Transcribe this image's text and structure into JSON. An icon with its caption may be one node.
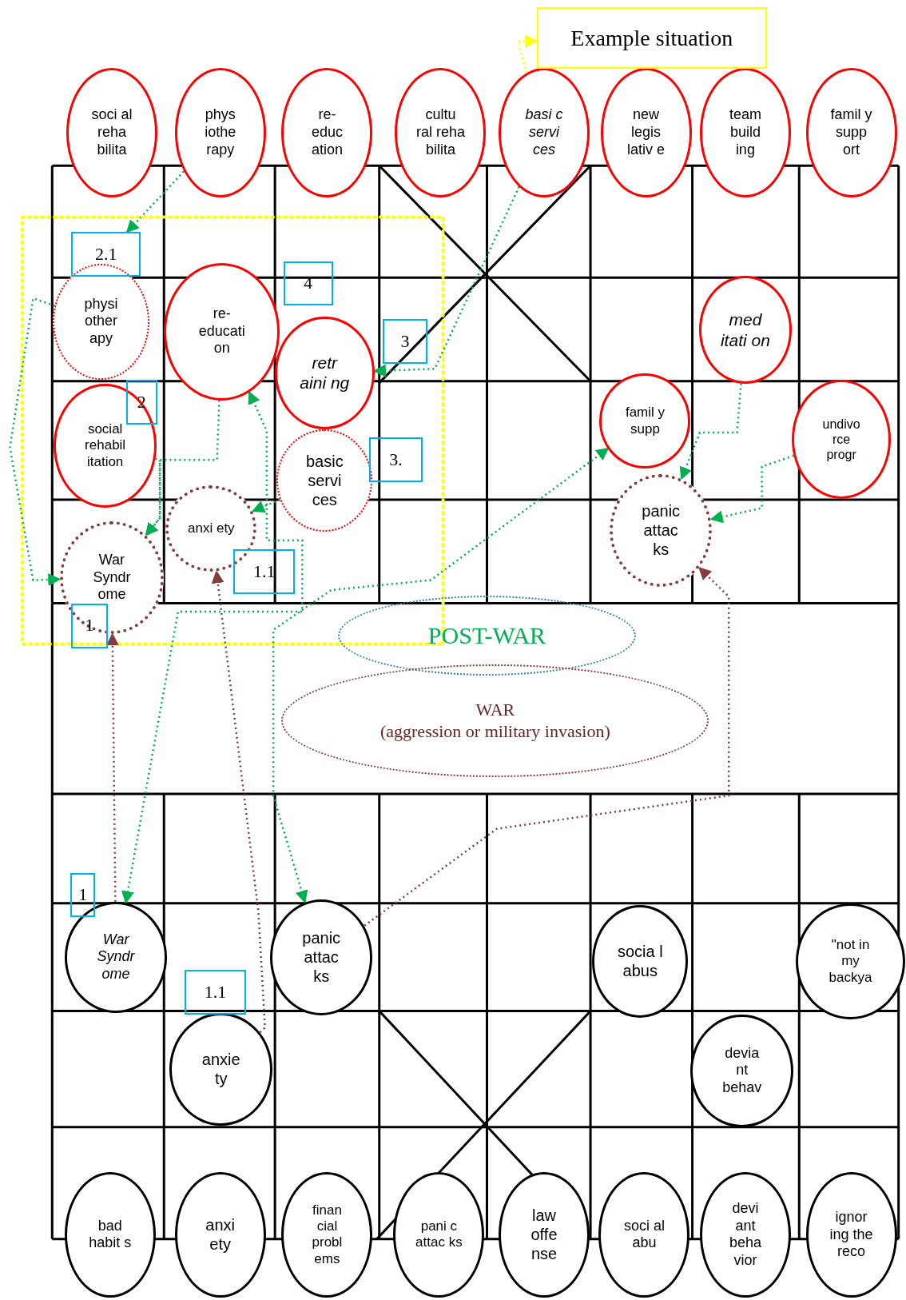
{
  "diagram": {
    "nodes": [
      {
        "text": [
          "soci al reha bilita"
        ]
      },
      {
        "text": [
          "phys iothe rapy"
        ]
      },
      {
        "text": [
          "re- educ ation"
        ]
      },
      {
        "text": [
          "cultu ral reha bilita"
        ]
      },
      {
        "text": [
          "basi c servi ces"
        ]
      },
      {
        "text": [
          "new legis lativ e"
        ]
      },
      {
        "text": [
          "team build ing"
        ]
      },
      {
        "text": [
          "famil y supp ort"
        ]
      },
      {
        "text": [
          "Example situation"
        ]
      },
      {
        "text": [
          "physi other apy"
        ]
      },
      {
        "text": [
          "re- educati on"
        ]
      },
      {
        "text": [
          "retr aini ng"
        ]
      },
      {
        "text": [
          "social rehabil itation"
        ]
      },
      {
        "text": [
          "basic servi ces"
        ]
      },
      {
        "text": [
          "anxi ety"
        ]
      },
      {
        "text": [
          "War Syndr ome"
        ]
      },
      {
        "text": [
          "famil y supp"
        ]
      },
      {
        "text": [
          "med itati on"
        ]
      },
      {
        "text": [
          "undivo rce progr"
        ]
      },
      {
        "text": [
          "panic attac ks"
        ]
      },
      {
        "text": [
          "POST-WAR"
        ]
      },
      {
        "text": [
          "WAR",
          "(aggression or military invasion)"
        ]
      },
      {
        "text": [
          "War Syndr ome"
        ]
      },
      {
        "text": [
          "panic attac ks"
        ]
      },
      {
        "text": [
          "socia l abus"
        ]
      },
      {
        "text": [
          "\"not in my backya"
        ]
      },
      {
        "text": [
          "anxie ty"
        ]
      },
      {
        "text": [
          "devia nt behav"
        ]
      },
      {
        "text": [
          "bad habit s"
        ]
      },
      {
        "text": [
          "anxi ety"
        ]
      },
      {
        "text": [
          "finan cial probl ems"
        ]
      },
      {
        "text": [
          "pani c attac ks"
        ]
      },
      {
        "text": [
          "law offe nse"
        ]
      },
      {
        "text": [
          "soci al abu"
        ]
      },
      {
        "text": [
          "devi ant beha vior"
        ]
      },
      {
        "text": [
          "ignor ing the reco"
        ]
      },
      {
        "text": [
          "2.1"
        ]
      },
      {
        "text": [
          "4"
        ]
      },
      {
        "text": [
          "3"
        ]
      },
      {
        "text": [
          "2"
        ]
      },
      {
        "text": [
          "3."
        ]
      },
      {
        "text": [
          "1.1"
        ]
      },
      {
        "text": [
          "1"
        ]
      },
      {
        "text": [
          "1"
        ]
      },
      {
        "text": [
          "1.1"
        ]
      }
    ],
    "edges": [
      {
        "from": 4,
        "to": 8,
        "arrow": "to",
        "color": "#ffff00"
      },
      {
        "from": 1,
        "to": 36,
        "arrow": "to"
      },
      {
        "from": 4,
        "to": 11,
        "arrow": "to"
      },
      {
        "from": 10,
        "to": 15,
        "arrow": "to"
      },
      {
        "from": 12,
        "to": 15,
        "arrow": "to"
      },
      {
        "from": 13,
        "to": 14,
        "arrow": "to"
      },
      {
        "from": 10,
        "to": 22,
        "arrow": "both"
      },
      {
        "from": 16,
        "to": 23,
        "arrow": "both"
      },
      {
        "from": 17,
        "to": 19,
        "arrow": "to"
      },
      {
        "from": 18,
        "to": 19,
        "arrow": "to"
      },
      {
        "from": 22,
        "to": 15,
        "arrow": "to",
        "color": "#843c3c"
      },
      {
        "from": 26,
        "to": 14,
        "arrow": "to",
        "color": "#843c3c"
      },
      {
        "from": 23,
        "to": 19,
        "arrow": "to",
        "color": "#843c3c"
      },
      {
        "from": 9,
        "to": 15,
        "arrow": "to"
      }
    ]
  }
}
